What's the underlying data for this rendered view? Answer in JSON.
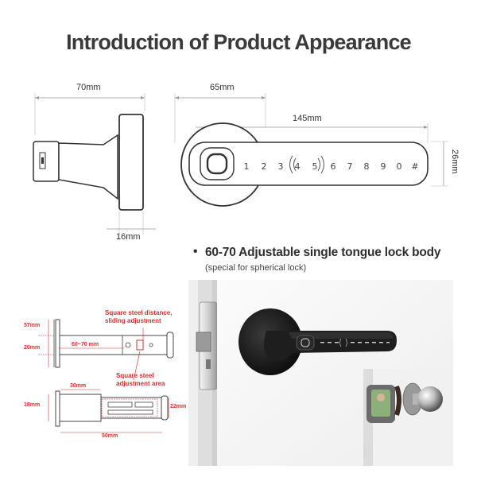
{
  "title": "Introduction of Product Appearance",
  "side_view": {
    "width_label": "70mm",
    "depth_label": "16mm"
  },
  "front_view": {
    "rose_label": "65mm",
    "length_label": "145mm",
    "height_label": "26mm",
    "keypad_digits": [
      "1",
      "2",
      "3",
      "4",
      "5",
      "6",
      "7",
      "8",
      "9",
      "0",
      "#"
    ]
  },
  "feature": {
    "bullet": "•",
    "headline": "60-70 Adjustable single tongue lock body",
    "subtext": "(special for spherical lock)"
  },
  "lock_body_diagram": {
    "note_top_line1": "Square steel distance,",
    "note_top_line2": "sliding adjustment",
    "note_bottom_line1": "Square steel",
    "note_bottom_line2": "adjustment area",
    "dim_57": "57mm",
    "dim_20": "20mm",
    "dim_6070": "60~70 mm",
    "dim_30": "30mm",
    "dim_18": "18mm",
    "dim_22": "22mm",
    "dim_50": "50mm"
  },
  "colors": {
    "title": "#3a3a3a",
    "annotation_red": "#d0312d",
    "lock_black": "#1e1e1e",
    "door_white": "#f3f3f3"
  }
}
